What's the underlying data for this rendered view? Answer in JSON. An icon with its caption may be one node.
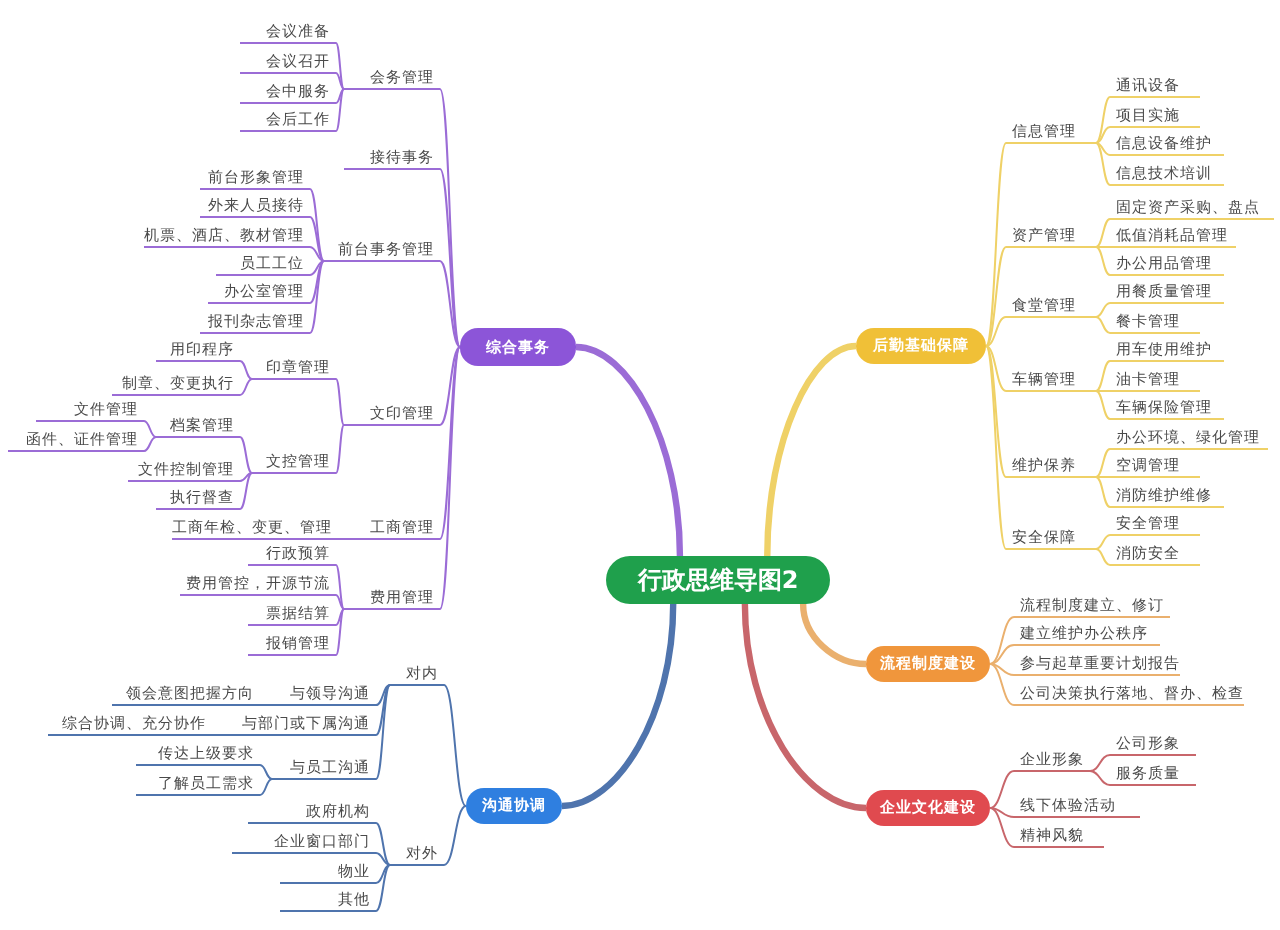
{
  "diagram": {
    "nodes": [
      {
        "text": [
          "行政思维导图2"
        ]
      },
      {
        "text": [
          "综合事务"
        ]
      },
      {
        "text": [
          "会务管理"
        ]
      },
      {
        "text": [
          "会议准备"
        ]
      },
      {
        "text": [
          "会议召开"
        ]
      },
      {
        "text": [
          "会中服务"
        ]
      },
      {
        "text": [
          "会后工作"
        ]
      },
      {
        "text": [
          "接待事务"
        ]
      },
      {
        "text": [
          "前台事务管理"
        ]
      },
      {
        "text": [
          "前台形象管理"
        ]
      },
      {
        "text": [
          "外来人员接待"
        ]
      },
      {
        "text": [
          "机票、酒店、教材管理"
        ]
      },
      {
        "text": [
          "员工工位"
        ]
      },
      {
        "text": [
          "办公室管理"
        ]
      },
      {
        "text": [
          "报刊杂志管理"
        ]
      },
      {
        "text": [
          "文印管理"
        ]
      },
      {
        "text": [
          "印章管理"
        ]
      },
      {
        "text": [
          "用印程序"
        ]
      },
      {
        "text": [
          "制章、变更执行"
        ]
      },
      {
        "text": [
          "文控管理"
        ]
      },
      {
        "text": [
          "档案管理"
        ]
      },
      {
        "text": [
          "文件管理"
        ]
      },
      {
        "text": [
          "函件、证件管理"
        ]
      },
      {
        "text": [
          "文件控制管理"
        ]
      },
      {
        "text": [
          "执行督查"
        ]
      },
      {
        "text": [
          "工商管理"
        ]
      },
      {
        "text": [
          "工商年检、变更、管理"
        ]
      },
      {
        "text": [
          "费用管理"
        ]
      },
      {
        "text": [
          "行政预算"
        ]
      },
      {
        "text": [
          "费用管控，开源节流"
        ]
      },
      {
        "text": [
          "票据结算"
        ]
      },
      {
        "text": [
          "报销管理"
        ]
      },
      {
        "text": [
          "沟通协调"
        ]
      },
      {
        "text": [
          "对内"
        ]
      },
      {
        "text": [
          "与领导沟通"
        ]
      },
      {
        "text": [
          "领会意图把握方向"
        ]
      },
      {
        "text": [
          "与部门或下属沟通"
        ]
      },
      {
        "text": [
          "综合协调、充分协作"
        ]
      },
      {
        "text": [
          "与员工沟通"
        ]
      },
      {
        "text": [
          "传达上级要求"
        ]
      },
      {
        "text": [
          "了解员工需求"
        ]
      },
      {
        "text": [
          "对外"
        ]
      },
      {
        "text": [
          "政府机构"
        ]
      },
      {
        "text": [
          "企业窗口部门"
        ]
      },
      {
        "text": [
          "物业"
        ]
      },
      {
        "text": [
          "其他"
        ]
      },
      {
        "text": [
          "后勤基础保障"
        ]
      },
      {
        "text": [
          "信息管理"
        ]
      },
      {
        "text": [
          "通讯设备"
        ]
      },
      {
        "text": [
          "项目实施"
        ]
      },
      {
        "text": [
          "信息设备维护"
        ]
      },
      {
        "text": [
          "信息技术培训"
        ]
      },
      {
        "text": [
          "资产管理"
        ]
      },
      {
        "text": [
          "固定资产采购、盘点"
        ]
      },
      {
        "text": [
          "低值消耗品管理"
        ]
      },
      {
        "text": [
          "办公用品管理"
        ]
      },
      {
        "text": [
          "食堂管理"
        ]
      },
      {
        "text": [
          "用餐质量管理"
        ]
      },
      {
        "text": [
          "餐卡管理"
        ]
      },
      {
        "text": [
          "车辆管理"
        ]
      },
      {
        "text": [
          "用车使用维护"
        ]
      },
      {
        "text": [
          "油卡管理"
        ]
      },
      {
        "text": [
          "车辆保险管理"
        ]
      },
      {
        "text": [
          "维护保养"
        ]
      },
      {
        "text": [
          "办公环境、绿化管理"
        ]
      },
      {
        "text": [
          "空调管理"
        ]
      },
      {
        "text": [
          "消防维护维修"
        ]
      },
      {
        "text": [
          "安全保障"
        ]
      },
      {
        "text": [
          "安全管理"
        ]
      },
      {
        "text": [
          "消防安全"
        ]
      },
      {
        "text": [
          "流程制度建设"
        ]
      },
      {
        "text": [
          "流程制度建立、修订"
        ]
      },
      {
        "text": [
          "建立维护办公秩序"
        ]
      },
      {
        "text": [
          "参与起草重要计划报告"
        ]
      },
      {
        "text": [
          "公司决策执行落地、督办、检查"
        ]
      },
      {
        "text": [
          "企业文化建设"
        ]
      },
      {
        "text": [
          "企业形象"
        ]
      },
      {
        "text": [
          "公司形象"
        ]
      },
      {
        "text": [
          "服务质量"
        ]
      },
      {
        "text": [
          "线下体验活动"
        ]
      },
      {
        "text": [
          "精神风貌"
        ]
      }
    ],
    "edges": [
      {
        "from": 0,
        "to": 1,
        "arrow": "none",
        "style": "thick"
      },
      {
        "from": 1,
        "to": 2,
        "arrow": "none"
      },
      {
        "from": 2,
        "to": 3,
        "arrow": "none"
      },
      {
        "from": 2,
        "to": 4,
        "arrow": "none"
      },
      {
        "from": 2,
        "to": 5,
        "arrow": "none"
      },
      {
        "from": 2,
        "to": 6,
        "arrow": "none"
      },
      {
        "from": 1,
        "to": 7,
        "arrow": "none"
      },
      {
        "from": 1,
        "to": 8,
        "arrow": "none"
      },
      {
        "from": 8,
        "to": 9,
        "arrow": "none"
      },
      {
        "from": 8,
        "to": 10,
        "arrow": "none"
      },
      {
        "from": 8,
        "to": 11,
        "arrow": "none"
      },
      {
        "from": 8,
        "to": 12,
        "arrow": "none"
      },
      {
        "from": 8,
        "to": 13,
        "arrow": "none"
      },
      {
        "from": 8,
        "to": 14,
        "arrow": "none"
      },
      {
        "from": 1,
        "to": 15,
        "arrow": "none"
      },
      {
        "from": 15,
        "to": 16,
        "arrow": "none"
      },
      {
        "from": 16,
        "to": 17,
        "arrow": "none"
      },
      {
        "from": 16,
        "to": 18,
        "arrow": "none"
      },
      {
        "from": 15,
        "to": 19,
        "arrow": "none"
      },
      {
        "from": 19,
        "to": 20,
        "arrow": "none"
      },
      {
        "from": 20,
        "to": 21,
        "arrow": "none"
      },
      {
        "from": 20,
        "to": 22,
        "arrow": "none"
      },
      {
        "from": 19,
        "to": 23,
        "arrow": "none"
      },
      {
        "from": 19,
        "to": 24,
        "arrow": "none"
      },
      {
        "from": 1,
        "to": 25,
        "arrow": "none"
      },
      {
        "from": 25,
        "to": 26,
        "arrow": "none"
      },
      {
        "from": 1,
        "to": 27,
        "arrow": "none"
      },
      {
        "from": 27,
        "to": 28,
        "arrow": "none"
      },
      {
        "from": 27,
        "to": 29,
        "arrow": "none"
      },
      {
        "from": 27,
        "to": 30,
        "arrow": "none"
      },
      {
        "from": 27,
        "to": 31,
        "arrow": "none"
      },
      {
        "from": 0,
        "to": 32,
        "arrow": "none",
        "style": "thick",
        "color": "#4f74ad"
      },
      {
        "from": 32,
        "to": 33,
        "arrow": "none",
        "color": "#4f74ad"
      },
      {
        "from": 33,
        "to": 34,
        "arrow": "none",
        "color": "#4f74ad"
      },
      {
        "from": 34,
        "to": 35,
        "arrow": "none",
        "color": "#4f74ad"
      },
      {
        "from": 33,
        "to": 36,
        "arrow": "none",
        "color": "#4f74ad"
      },
      {
        "from": 36,
        "to": 37,
        "arrow": "none",
        "color": "#4f74ad"
      },
      {
        "from": 33,
        "to": 38,
        "arrow": "none",
        "color": "#4f74ad"
      },
      {
        "from": 38,
        "to": 39,
        "arrow": "none",
        "color": "#4f74ad"
      },
      {
        "from": 38,
        "to": 40,
        "arrow": "none",
        "color": "#4f74ad"
      },
      {
        "from": 32,
        "to": 41,
        "arrow": "none",
        "color": "#4f74ad"
      },
      {
        "from": 41,
        "to": 42,
        "arrow": "none",
        "color": "#4f74ad"
      },
      {
        "from": 41,
        "to": 43,
        "arrow": "none",
        "color": "#4f74ad"
      },
      {
        "from": 41,
        "to": 44,
        "arrow": "none",
        "color": "#4f74ad"
      },
      {
        "from": 41,
        "to": 45,
        "arrow": "none",
        "color": "#4f74ad"
      },
      {
        "from": 0,
        "to": 46,
        "arrow": "none",
        "style": "thick",
        "color": "#efd167"
      },
      {
        "from": 46,
        "to": 47,
        "arrow": "none",
        "color": "#efd167"
      },
      {
        "from": 47,
        "to": 48,
        "arrow": "none",
        "color": "#efd167"
      },
      {
        "from": 47,
        "to": 49,
        "arrow": "none",
        "color": "#efd167"
      },
      {
        "from": 47,
        "to": 50,
        "arrow": "none",
        "color": "#efd167"
      },
      {
        "from": 47,
        "to": 51,
        "arrow": "none",
        "color": "#efd167"
      },
      {
        "from": 46,
        "to": 52,
        "arrow": "none",
        "color": "#efd167"
      },
      {
        "from": 52,
        "to": 53,
        "arrow": "none",
        "color": "#efd167"
      },
      {
        "from": 52,
        "to": 54,
        "arrow": "none",
        "color": "#efd167"
      },
      {
        "from": 52,
        "to": 55,
        "arrow": "none",
        "color": "#efd167"
      },
      {
        "from": 46,
        "to": 56,
        "arrow": "none",
        "color": "#efd167"
      },
      {
        "from": 56,
        "to": 57,
        "arrow": "none",
        "color": "#efd167"
      },
      {
        "from": 56,
        "to": 58,
        "arrow": "none",
        "color": "#efd167"
      },
      {
        "from": 46,
        "to": 59,
        "arrow": "none",
        "color": "#efd167"
      },
      {
        "from": 59,
        "to": 60,
        "arrow": "none",
        "color": "#efd167"
      },
      {
        "from": 59,
        "to": 61,
        "arrow": "none",
        "color": "#efd167"
      },
      {
        "from": 59,
        "to": 62,
        "arrow": "none",
        "color": "#efd167"
      },
      {
        "from": 46,
        "to": 63,
        "arrow": "none",
        "color": "#efd167"
      },
      {
        "from": 63,
        "to": 64,
        "arrow": "none",
        "color": "#efd167"
      },
      {
        "from": 63,
        "to": 65,
        "arrow": "none",
        "color": "#efd167"
      },
      {
        "from": 63,
        "to": 66,
        "arrow": "none",
        "color": "#efd167"
      },
      {
        "from": 46,
        "to": 67,
        "arrow": "none",
        "color": "#efd167"
      },
      {
        "from": 67,
        "to": 68,
        "arrow": "none",
        "color": "#efd167"
      },
      {
        "from": 67,
        "to": 69,
        "arrow": "none",
        "color": "#efd167"
      },
      {
        "from": 0,
        "to": 70,
        "arrow": "none",
        "style": "thick",
        "color": "#eab06e"
      },
      {
        "from": 70,
        "to": 71,
        "arrow": "none",
        "color": "#eab06e"
      },
      {
        "from": 70,
        "to": 72,
        "arrow": "none",
        "color": "#eab06e"
      },
      {
        "from": 70,
        "to": 73,
        "arrow": "none",
        "color": "#eab06e"
      },
      {
        "from": 70,
        "to": 74,
        "arrow": "none",
        "color": "#eab06e"
      },
      {
        "from": 0,
        "to": 75,
        "arrow": "none",
        "style": "thick",
        "color": "#c8666b"
      },
      {
        "from": 75,
        "to": 76,
        "arrow": "none",
        "color": "#c8666b"
      },
      {
        "from": 76,
        "to": 77,
        "arrow": "none",
        "color": "#c8666b"
      },
      {
        "from": 76,
        "to": 78,
        "arrow": "none",
        "color": "#c8666b"
      },
      {
        "from": 75,
        "to": 79,
        "arrow": "none",
        "color": "#c8666b"
      },
      {
        "from": 75,
        "to": 80,
        "arrow": "none",
        "color": "#c8666b"
      }
    ]
  }
}
